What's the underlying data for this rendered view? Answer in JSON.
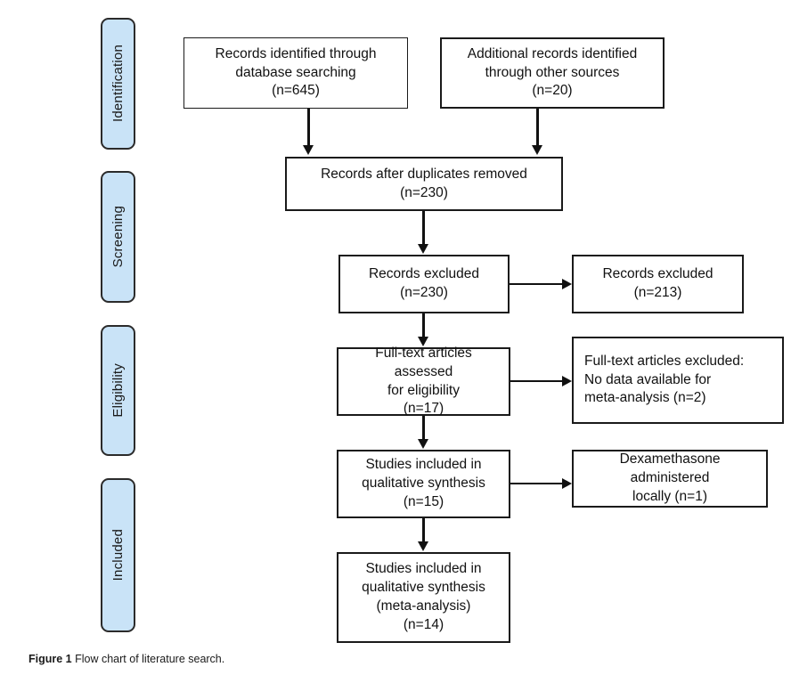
{
  "figure": {
    "caption_label": "Figure 1",
    "caption_text": "Flow chart of literature search."
  },
  "colors": {
    "stage_fill": "#c9e3f7",
    "stage_border": "#2b2b2b",
    "box_border": "#1a1a1a",
    "box_fill": "#ffffff",
    "connector": "#111111",
    "text": "#111111"
  },
  "chart_data": {
    "type": "diagram",
    "title": "Flow chart of literature search.",
    "diagram_kind": "PRISMA flow diagram",
    "stages": [
      {
        "id": "identification",
        "label": "Identification"
      },
      {
        "id": "screening",
        "label": "Screening"
      },
      {
        "id": "eligibility",
        "label": "Eligibility"
      },
      {
        "id": "included",
        "label": "Included"
      }
    ],
    "nodes": [
      {
        "id": "records-identified-database",
        "stage": "identification",
        "text": "Records identified through\ndatabase searching\n(n=645)",
        "n": 645
      },
      {
        "id": "additional-records-other-sources",
        "stage": "identification",
        "text": "Additional records identified\nthrough other sources\n(n=20)",
        "n": 20
      },
      {
        "id": "records-after-duplicates-removed",
        "stage": "screening",
        "text": "Records after duplicates removed\n(n=230)",
        "n": 230
      },
      {
        "id": "records-screened",
        "stage": "screening",
        "text": "Records excluded\n(n=230)",
        "n": 230
      },
      {
        "id": "records-excluded",
        "stage": "screening",
        "text": "Records excluded\n(n=213)",
        "n": 213
      },
      {
        "id": "full-text-assessed",
        "stage": "eligibility",
        "text": "Full-text articles assessed\nfor eligibility\n(n=17)",
        "n": 17
      },
      {
        "id": "full-text-excluded",
        "stage": "eligibility",
        "text": "Full-text articles excluded:\nNo data available for\nmeta-analysis (n=2)",
        "n": 2
      },
      {
        "id": "studies-qualitative",
        "stage": "included",
        "text": "Studies included in\nqualitative synthesis\n(n=15)",
        "n": 15
      },
      {
        "id": "dexamethasone-local",
        "stage": "included",
        "text": "Dexamethasone administered\nlocally (n=1)",
        "n": 1
      },
      {
        "id": "studies-meta-analysis",
        "stage": "included",
        "text": "Studies included in\nqualitative synthesis\n(meta-analysis)\n(n=14)",
        "n": 14
      }
    ],
    "edges": [
      {
        "from": "records-identified-database",
        "to": "records-after-duplicates-removed",
        "direction": "down"
      },
      {
        "from": "additional-records-other-sources",
        "to": "records-after-duplicates-removed",
        "direction": "down"
      },
      {
        "from": "records-after-duplicates-removed",
        "to": "records-screened",
        "direction": "down"
      },
      {
        "from": "records-screened",
        "to": "records-excluded",
        "direction": "right"
      },
      {
        "from": "records-screened",
        "to": "full-text-assessed",
        "direction": "down"
      },
      {
        "from": "full-text-assessed",
        "to": "full-text-excluded",
        "direction": "right"
      },
      {
        "from": "full-text-assessed",
        "to": "studies-qualitative",
        "direction": "down"
      },
      {
        "from": "studies-qualitative",
        "to": "dexamethasone-local",
        "direction": "right"
      },
      {
        "from": "studies-qualitative",
        "to": "studies-meta-analysis",
        "direction": "down"
      }
    ]
  }
}
